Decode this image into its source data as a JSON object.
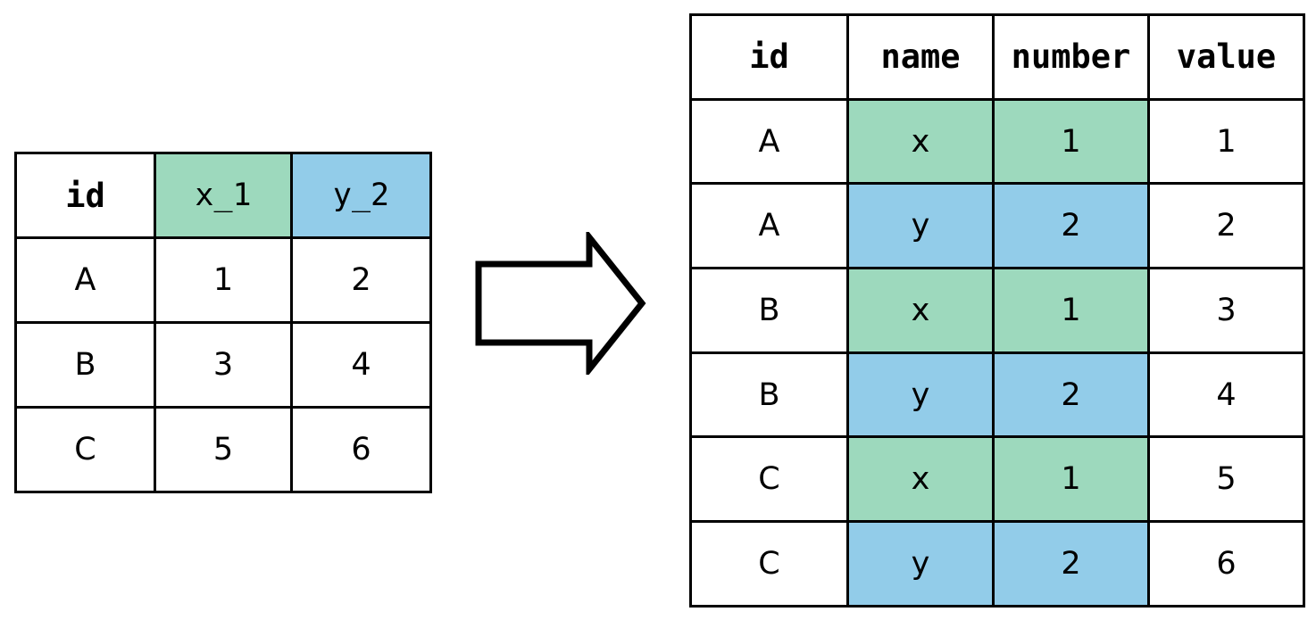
{
  "diagram": {
    "title": "pivot-longer-transformation",
    "arrow": {
      "icon": "right-arrow-icon",
      "direction": "right"
    },
    "colors": {
      "green": "#9dd9bd",
      "blue": "#92cce9",
      "border": "#000000",
      "background": "#ffffff",
      "text": "#000000"
    }
  },
  "wide_table": {
    "name": "wide-table",
    "headers": [
      "id",
      "x_1",
      "y_2"
    ],
    "header_fills": [
      "none",
      "green",
      "blue"
    ],
    "rows": [
      {
        "id": "A",
        "x_1": "1",
        "y_2": "2"
      },
      {
        "id": "B",
        "x_1": "3",
        "y_2": "4"
      },
      {
        "id": "C",
        "x_1": "5",
        "y_2": "6"
      }
    ]
  },
  "long_table": {
    "name": "long-table",
    "headers": [
      "id",
      "name",
      "number",
      "value"
    ],
    "rows": [
      {
        "id": "A",
        "name": "x",
        "number": "1",
        "value": "1",
        "fill": "green"
      },
      {
        "id": "A",
        "name": "y",
        "number": "2",
        "value": "2",
        "fill": "blue"
      },
      {
        "id": "B",
        "name": "x",
        "number": "1",
        "value": "3",
        "fill": "green"
      },
      {
        "id": "B",
        "name": "y",
        "number": "2",
        "value": "4",
        "fill": "blue"
      },
      {
        "id": "C",
        "name": "x",
        "number": "1",
        "value": "5",
        "fill": "green"
      },
      {
        "id": "C",
        "name": "y",
        "number": "2",
        "value": "6",
        "fill": "blue"
      }
    ]
  }
}
